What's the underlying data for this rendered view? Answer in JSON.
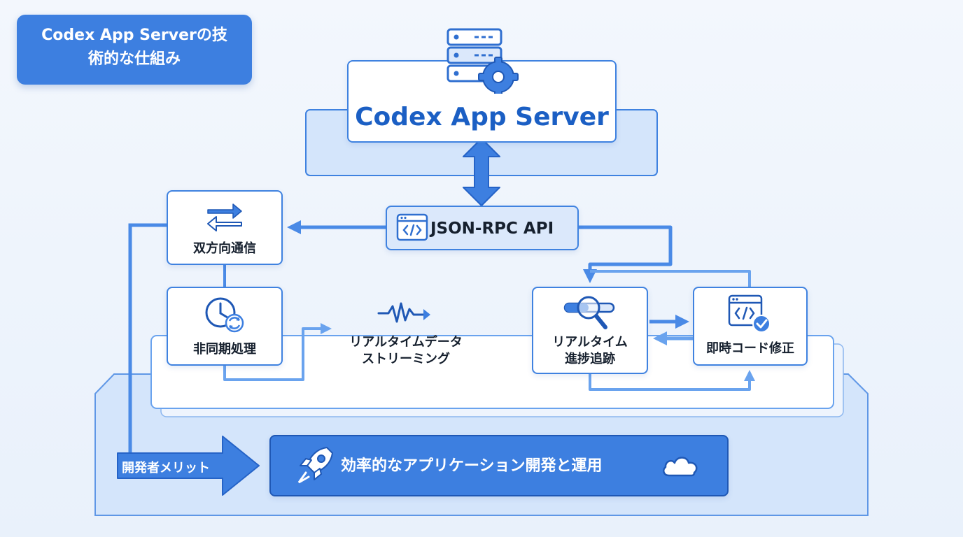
{
  "title": "Codex App Serverの技\n術的な仕組み",
  "server": {
    "label": "Codex App Server",
    "icon": "server-gear-icon"
  },
  "api": {
    "label": "JSON-RPC API",
    "icon": "code-window-icon"
  },
  "features": {
    "bidirectional": {
      "label": "双方向通信",
      "icon": "swap-arrows-icon"
    },
    "async": {
      "label": "非同期処理",
      "icon": "clock-refresh-icon"
    },
    "streaming": {
      "label": "リアルタイムデータ\nストリーミング",
      "icon": "waveform-icon"
    },
    "progress": {
      "label": "リアルタイム\n進捗追跡",
      "icon": "magnifier-progress-icon"
    },
    "codefix": {
      "label": "即時コード修正",
      "icon": "code-check-icon"
    }
  },
  "benefit": {
    "arrow_label": "開発者メリット",
    "label": "効率的なアプリケーション開発と運用",
    "rocket_icon": "rocket-icon",
    "cloud_icon": "cloud-icon"
  },
  "colors": {
    "primary": "#3d7fe0",
    "border": "#3f82e0",
    "light_fill": "#d7e6fb",
    "line": "#4a8ae6",
    "dark_line": "#2f6fd0",
    "text": "#16202e",
    "white": "#ffffff"
  }
}
